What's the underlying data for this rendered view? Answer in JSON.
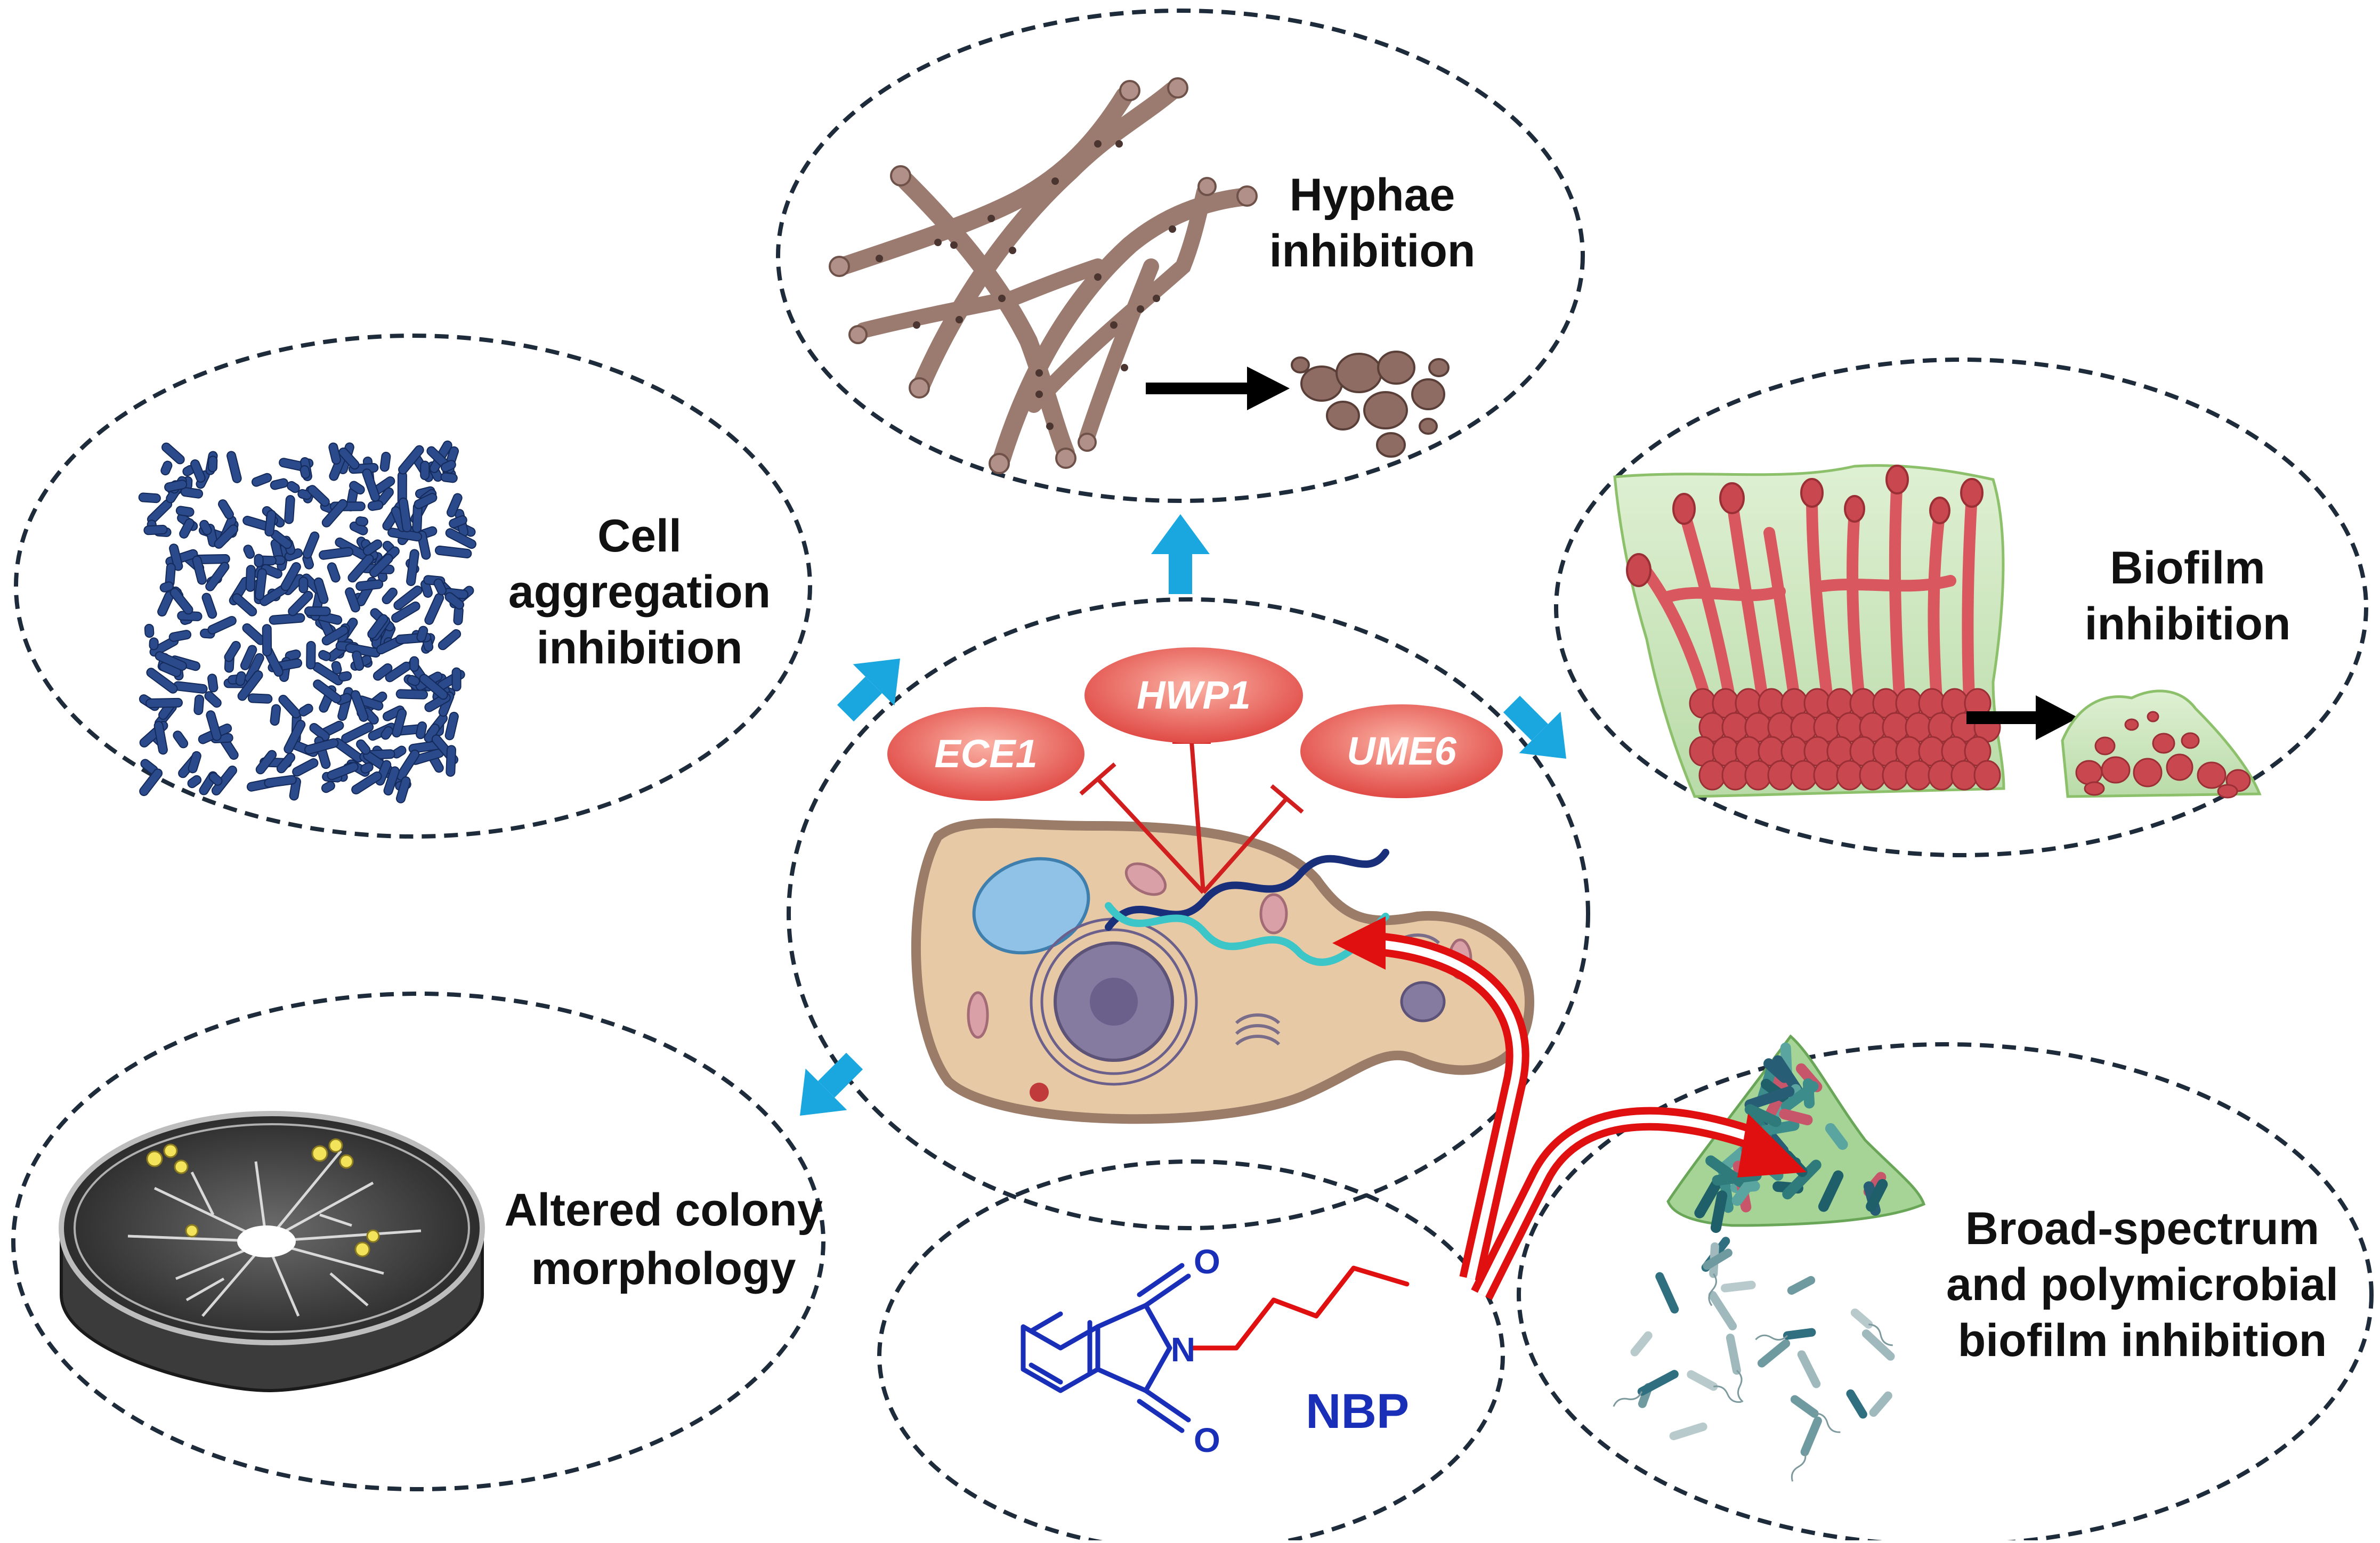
{
  "panels": {
    "hyphae": {
      "label_lines": [
        "Hyphae",
        "inhibition"
      ]
    },
    "aggregation": {
      "label_lines": [
        "Cell",
        "aggregation",
        "inhibition"
      ]
    },
    "biofilm": {
      "label_lines": [
        "Biofilm",
        "inhibition"
      ]
    },
    "colony": {
      "label_lines": [
        "Altered colony",
        "morphology"
      ]
    },
    "broad": {
      "label_lines": [
        "Broad-spectrum",
        "and polymicrobial",
        "biofilm inhibition"
      ]
    }
  },
  "genes": [
    "ECE1",
    "HWP1",
    "UME6"
  ],
  "compound": {
    "name": "NBP",
    "atoms": {
      "nitrogen": "N",
      "oxygen_top": "O",
      "oxygen_bottom": "O"
    }
  },
  "icons": {
    "hyphae": "hyphae-network-icon",
    "yeast": "yeast-cells-icon",
    "aggregation": "dispersed-cells-icon",
    "biofilm": "biofilm-icon",
    "colony": "petri-dish-icon",
    "cell": "yeast-cell-icon",
    "microbes": "bacteria-icon"
  },
  "colors": {
    "ellipse_border": "#1d2b3a",
    "cyan_arrow": "#1aa7e0",
    "red_arrow": "#e01010",
    "gene_fill": "#e8564f",
    "nbp_blue": "#1a2fb8",
    "hyphae_brown": "#9b7b70",
    "aggregate_blue": "#2a4a8c",
    "biofilm_red": "#d9575e"
  }
}
